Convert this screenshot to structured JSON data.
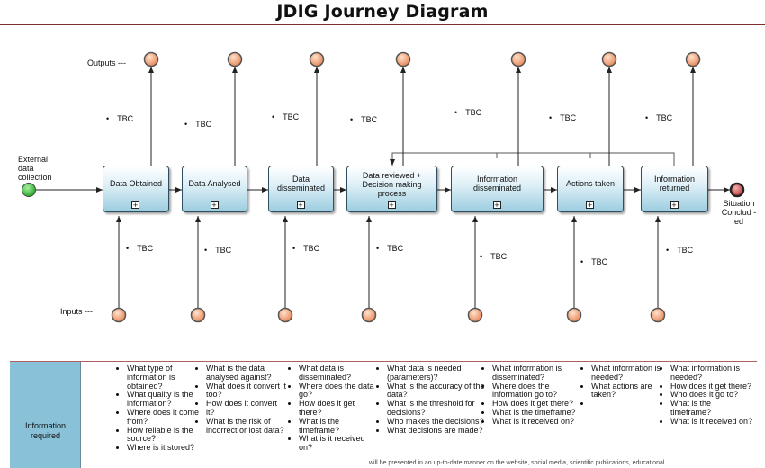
{
  "title": "JDIG Journey Diagram",
  "labels": {
    "outputs": "Outputs ---",
    "inputs": "Inputs ---"
  },
  "start_event": {
    "label": "External data collection"
  },
  "end_event": {
    "label": "Situation Conclud -ed"
  },
  "processes": [
    {
      "label": "Data Obtained"
    },
    {
      "label": "Data Analysed"
    },
    {
      "label": "Data disseminated"
    },
    {
      "label": "Data reviewed + Decision making process"
    },
    {
      "label": "Information disseminated"
    },
    {
      "label": "Actions taken"
    },
    {
      "label": "Information returned"
    }
  ],
  "output_notes": [
    "TBC",
    "TBC",
    "TBC",
    "TBC",
    "TBC",
    "TBC",
    "TBC"
  ],
  "input_notes": [
    "TBC",
    "TBC",
    "TBC",
    "TBC",
    "TBC",
    "TBC",
    "TBC"
  ],
  "info_table": {
    "header": "Information required",
    "columns": [
      [
        "What type of information is obtained?",
        "What quality is the information?",
        "Where does it come from?",
        "How reliable is the source?",
        "Where is it stored?"
      ],
      [
        "What is the data analysed against?",
        "What does it convert it too?",
        "How does it convert it?",
        "What is the risk of incorrect or lost data?"
      ],
      [
        "What data is disseminated?",
        "Where does the data go?",
        "How does it get there?",
        "What is the timeframe?",
        "What is it received on?"
      ],
      [
        "What data is needed (parameters)?",
        "What is the accuracy of the data?",
        "What is the threshold for decisions?",
        "Who makes the decisions?",
        "What decisions are made?"
      ],
      [
        "What information is disseminated?",
        "Where does the information go to?",
        "How does it get there?",
        "What is the timeframe?",
        "What is it received on?"
      ],
      [
        "What information is needed?",
        "What actions are taken?",
        ""
      ],
      [
        "What information is needed?",
        "How does it get there?",
        "Who does it go to?",
        "What is the timeframe?",
        "What is it received on?"
      ]
    ]
  },
  "footer_text": "will be presented in an up-to-date manner on the website, social media, scientific publications, educational",
  "colors": {
    "start_event": "#3ec23e",
    "end_event": "#d05050",
    "io_node": "#f0a070",
    "process_fill": "#9ccde0",
    "header_fill": "#89c2d8",
    "title_rule": "#7a3030"
  }
}
